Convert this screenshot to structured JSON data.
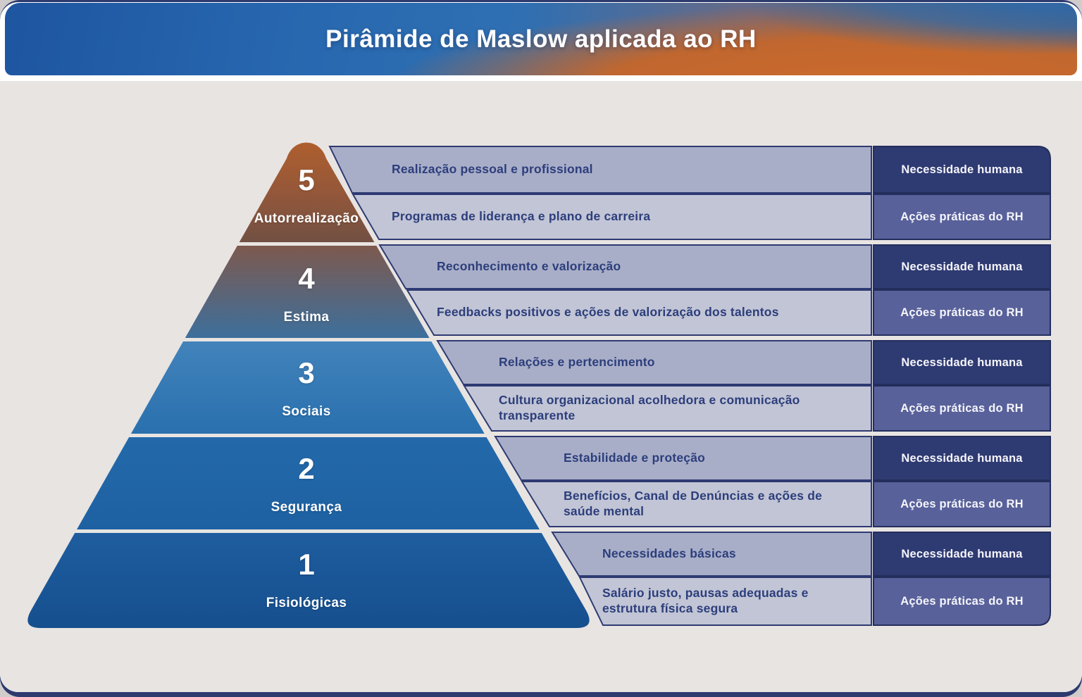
{
  "header": {
    "title": "Pirâmide de Maslow aplicada ao RH"
  },
  "right_column_labels": {
    "need": "Necessidade humana",
    "action": "Ações práticas do RH"
  },
  "levels": [
    {
      "number": "5",
      "label": "Autorrealização",
      "need": "Realização pessoal e profissional",
      "action": "Programas de liderança e plano de carreira"
    },
    {
      "number": "4",
      "label": "Estima",
      "need": "Reconhecimento e valorização",
      "action": "Feedbacks positivos e ações de valorização dos talentos"
    },
    {
      "number": "3",
      "label": "Sociais",
      "need": "Relações e pertencimento",
      "action": "Cultura organizacional acolhedora e comunicação transparente"
    },
    {
      "number": "2",
      "label": "Segurança",
      "need": "Estabilidade e proteção",
      "action": "Benefícios, Canal de Denúncias e ações de saúde mental"
    },
    {
      "number": "1",
      "label": "Fisiológicas",
      "need": "Necessidades básicas",
      "action": "Salário justo, pausas adequadas e estrutura física segura"
    }
  ],
  "colors": {
    "backing_navy": "#2c3a6e",
    "body_background": "#e8e4e2",
    "header_blue": "#2767af",
    "header_orange": "#c0672f",
    "row_need_fill": "#a9aec8",
    "row_action_fill": "#c2c5d5",
    "box_need_fill": "#2e3a72",
    "box_action_fill": "#58619a",
    "row_border": "#2e3a72",
    "row_text": "#2c3e7c",
    "level5_top": "#b2602c",
    "level5_bottom": "#715043",
    "level4_top": "#7d594e",
    "level4_bottom": "#3d6f9c",
    "level3_top": "#4283bb",
    "level3_bottom": "#2970ae",
    "level2_top": "#2369aa",
    "level2_bottom": "#1e61a2",
    "level1_top": "#1e5d9f",
    "level1_bottom": "#164f8e"
  }
}
